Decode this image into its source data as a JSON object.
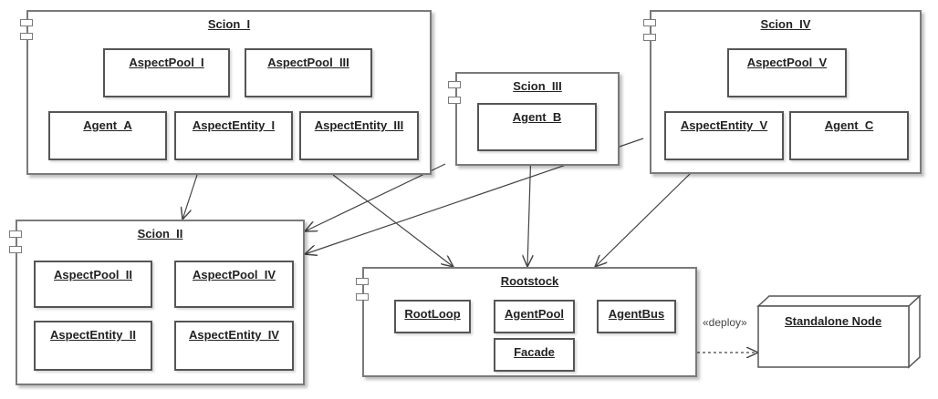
{
  "components": {
    "scion_i": {
      "title": "Scion_I",
      "items": [
        "AspectPool_I",
        "AspectPool_III",
        "Agent_A",
        "AspectEntity_I",
        "AspectEntity_III"
      ]
    },
    "scion_ii": {
      "title": "Scion_II",
      "items": [
        "AspectPool_II",
        "AspectPool_IV",
        "AspectEntity_II",
        "AspectEntity_IV"
      ]
    },
    "scion_iii": {
      "title": "Scion_III",
      "items": [
        "Agent_B"
      ]
    },
    "scion_iv": {
      "title": "Scion_IV",
      "items": [
        "AspectPool_V",
        "AspectEntity_V",
        "Agent_C"
      ]
    },
    "rootstock": {
      "title": "Rootstock",
      "items": [
        "RootLoop",
        "AgentPool",
        "AgentBus",
        "Facade"
      ]
    }
  },
  "node": {
    "title": "Standalone Node"
  },
  "deploy_label": "«deploy»"
}
